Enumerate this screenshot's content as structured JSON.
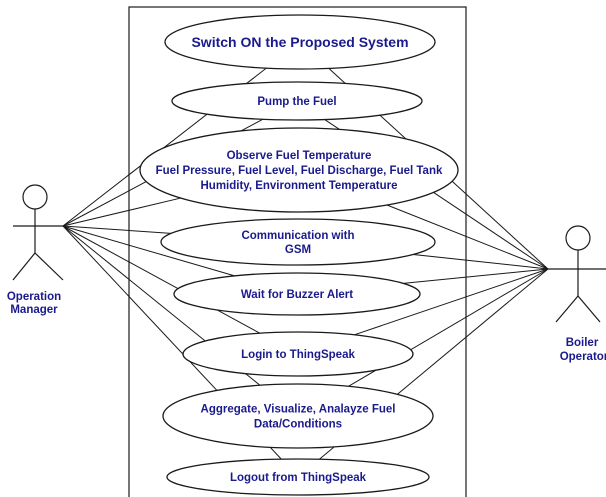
{
  "actors": {
    "left": {
      "label_lines": [
        "Operation",
        "Manager"
      ]
    },
    "right": {
      "label_lines": [
        "Boiler",
        "Operator"
      ]
    }
  },
  "use_cases": [
    {
      "id": "switch-on",
      "lines": [
        "Switch ON the Proposed System"
      ]
    },
    {
      "id": "pump-fuel",
      "lines": [
        "Pump the Fuel"
      ]
    },
    {
      "id": "observe-fuel",
      "lines": [
        "Observe Fuel Temperature",
        "Fuel Pressure, Fuel Level, Fuel Discharge, Fuel Tank",
        "Humidity, Environment Temperature"
      ]
    },
    {
      "id": "gsm",
      "lines": [
        "Communication with",
        "GSM"
      ]
    },
    {
      "id": "buzzer",
      "lines": [
        "Wait for Buzzer Alert"
      ]
    },
    {
      "id": "login",
      "lines": [
        "Login to ThingSpeak"
      ]
    },
    {
      "id": "aggregate",
      "lines": [
        "Aggregate, Visualize, Analayze Fuel",
        "Data/Conditions"
      ]
    },
    {
      "id": "logout",
      "lines": [
        "Logout from ThingSpeak"
      ]
    }
  ],
  "associations": {
    "left": [
      "switch-on",
      "pump-fuel",
      "observe-fuel",
      "gsm",
      "buzzer",
      "login",
      "aggregate",
      "logout"
    ],
    "right": [
      "switch-on",
      "pump-fuel",
      "observe-fuel",
      "gsm",
      "buzzer",
      "login",
      "aggregate",
      "logout"
    ]
  }
}
